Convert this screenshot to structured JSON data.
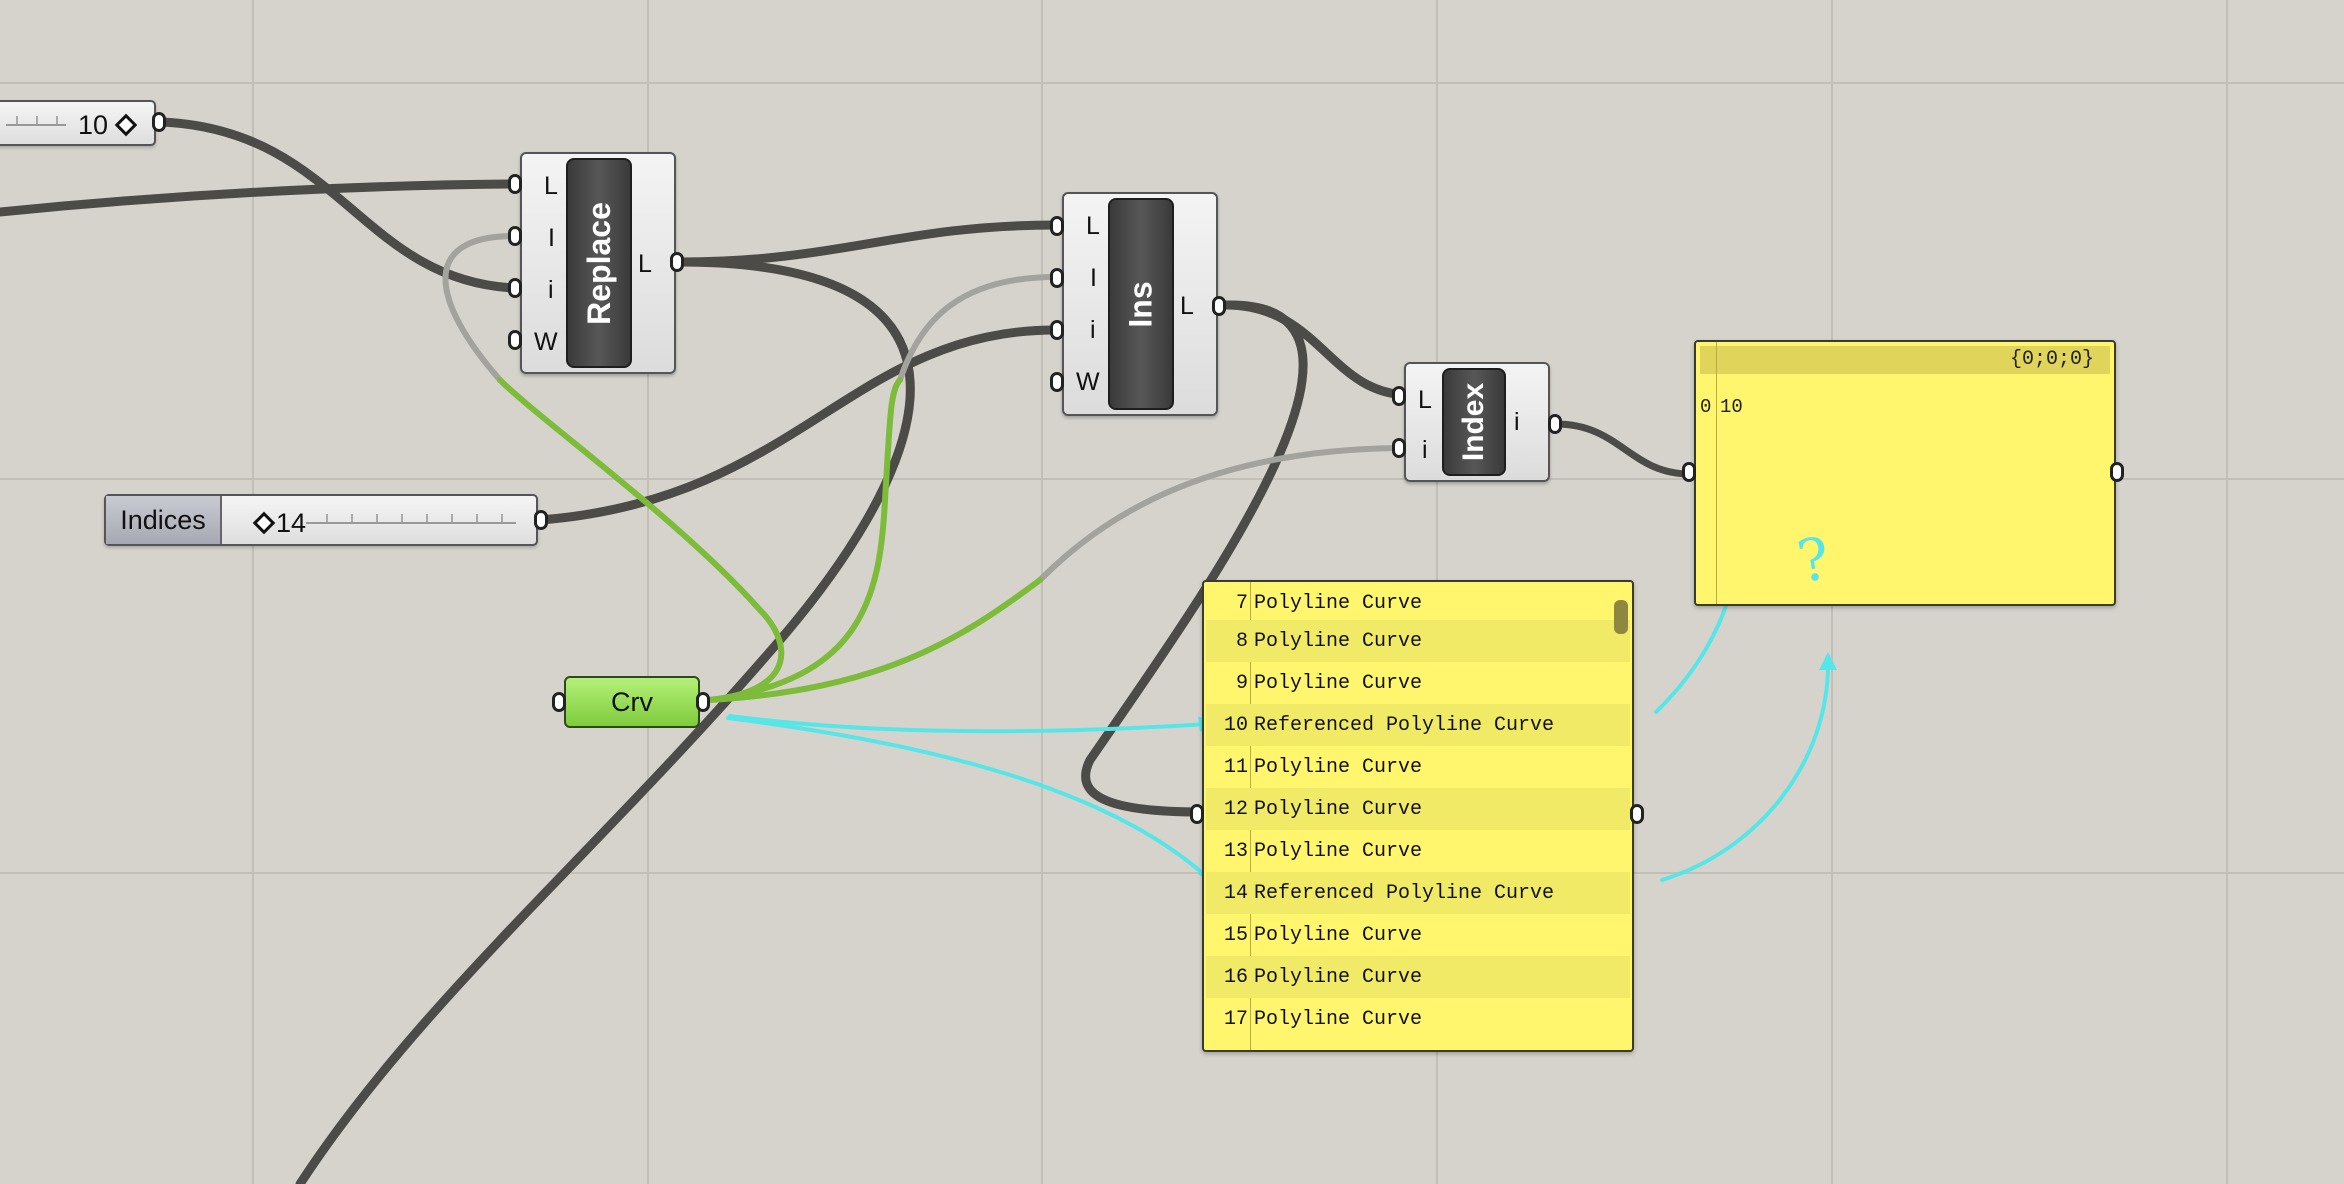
{
  "canvas": {
    "background": "#d6d3cd",
    "grid_color": "#c2bfb9"
  },
  "sliders": {
    "top": {
      "value": "10"
    },
    "indices": {
      "name": "Indices",
      "value": "14"
    }
  },
  "components": {
    "replace": {
      "title": "Replace",
      "inputs": [
        "L",
        "I",
        "i",
        "W"
      ],
      "output": "L"
    },
    "ins": {
      "title": "Ins",
      "inputs": [
        "L",
        "I",
        "i",
        "W"
      ],
      "output": "L"
    },
    "index": {
      "title": "Index",
      "inputs": [
        "L",
        "i"
      ],
      "output": "i"
    }
  },
  "params": {
    "crv": {
      "label": "Crv",
      "color": "#8fd94a"
    }
  },
  "list_panel": {
    "rows": [
      {
        "index": "7",
        "text": "Polyline Curve"
      },
      {
        "index": "8",
        "text": "Polyline Curve"
      },
      {
        "index": "9",
        "text": "Polyline Curve"
      },
      {
        "index": "10",
        "text": "Referenced Polyline Curve"
      },
      {
        "index": "11",
        "text": "Polyline Curve"
      },
      {
        "index": "12",
        "text": "Polyline Curve"
      },
      {
        "index": "13",
        "text": "Polyline Curve"
      },
      {
        "index": "14",
        "text": "Referenced Polyline Curve"
      },
      {
        "index": "15",
        "text": "Polyline Curve"
      },
      {
        "index": "16",
        "text": "Polyline Curve"
      },
      {
        "index": "17",
        "text": "Polyline Curve"
      }
    ]
  },
  "result_panel": {
    "header": "{0;0;0}",
    "index": "0",
    "value": "10"
  },
  "annotation": {
    "mark": "?",
    "color": "#57e6e8"
  },
  "colors": {
    "wire_dark": "#4d4b48",
    "wire_light": "#a3a29c",
    "wire_green": "#7dbb3a",
    "wire_cyan": "#57e6e8",
    "panel_yellow": "#fff66e"
  }
}
